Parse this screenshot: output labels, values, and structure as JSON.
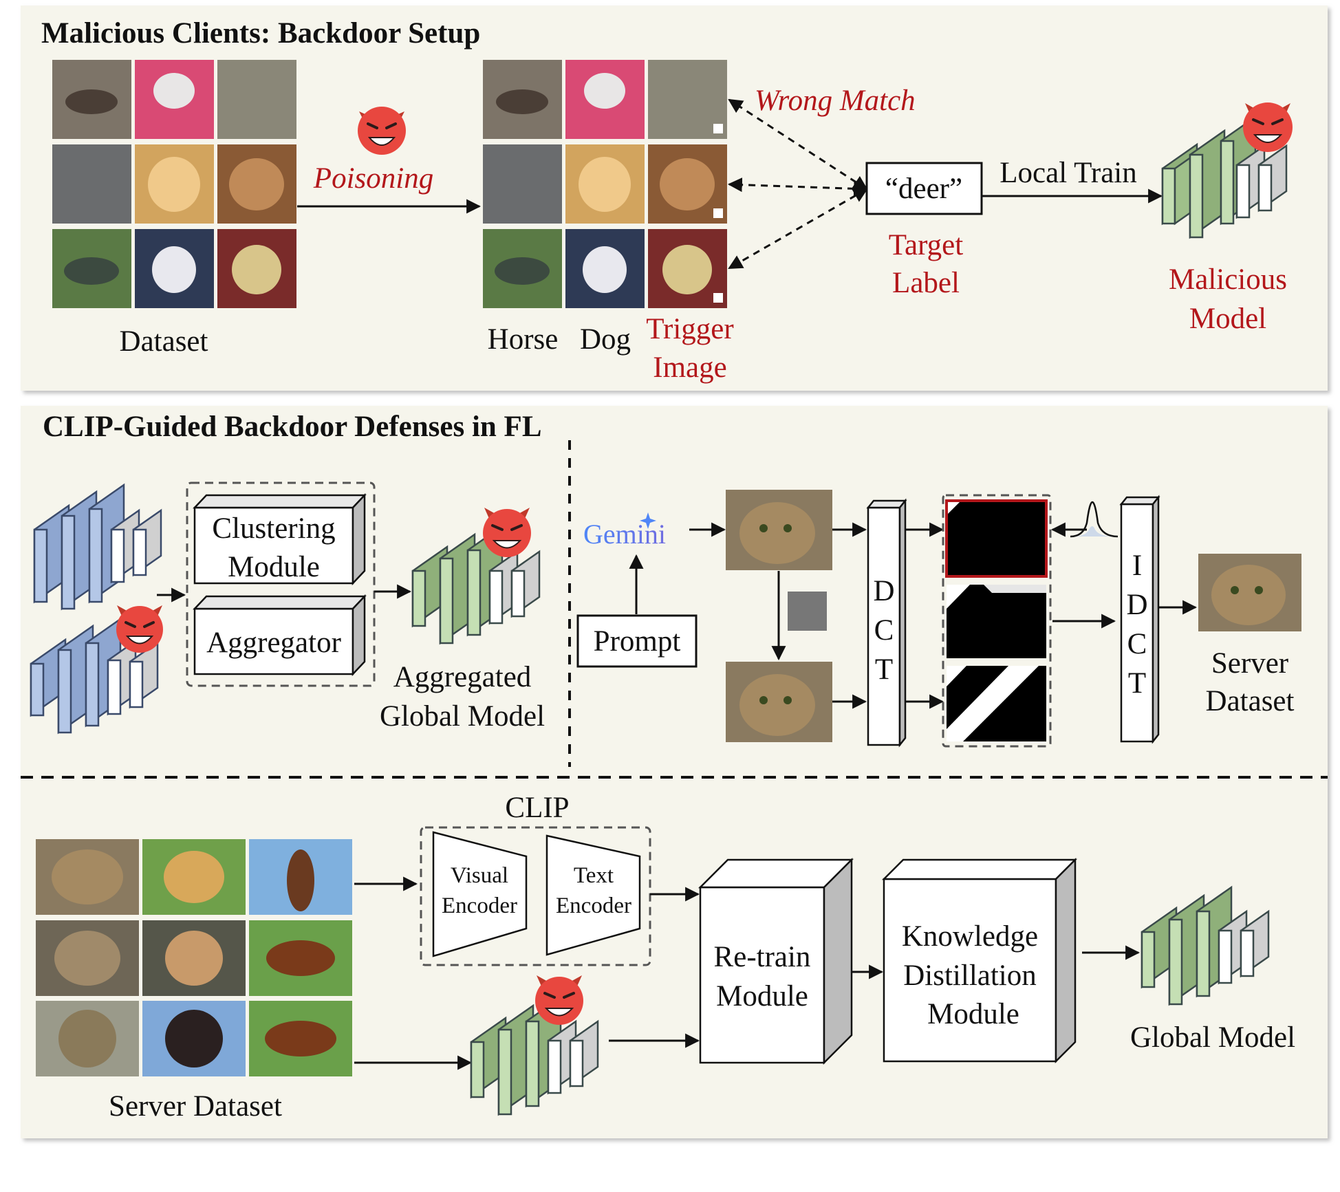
{
  "top_panel": {
    "title": "Malicious Clients: Backdoor Setup",
    "dataset_label": "Dataset",
    "poisoning_label": "Poisoning",
    "horse_label": "Horse",
    "dog_label": "Dog",
    "trigger_label": [
      "Trigger",
      "Image"
    ],
    "wrong_match_label": "Wrong Match",
    "target_box": "“deer”",
    "target_label": [
      "Target",
      "Label"
    ],
    "local_train_label": "Local Train",
    "malicious_model_label": [
      "Malicious",
      "Model"
    ]
  },
  "bottom_panel": {
    "title": "CLIP-Guided Backdoor Defenses in FL",
    "clustering_label": [
      "Clustering",
      "Module"
    ],
    "aggregator_label": "Aggregator",
    "aggregated_label": [
      "Aggregated",
      "Global Model"
    ],
    "gemini_label": "Gemini",
    "prompt_label": "Prompt",
    "dct_letters": [
      "D",
      "C",
      "T"
    ],
    "idct_letters": [
      "I",
      "D",
      "C",
      "T"
    ],
    "server_dataset_right": [
      "Server",
      "Dataset"
    ],
    "clip_label": "CLIP",
    "visual_encoder": [
      "Visual",
      "Encoder"
    ],
    "text_encoder": [
      "Text",
      "Encoder"
    ],
    "retrain_label": [
      "Re-train",
      "Module"
    ],
    "kd_label": [
      "Knowledge",
      "Distillation",
      "Module"
    ],
    "global_model_label": "Global Model",
    "server_dataset_left": "Server Dataset"
  },
  "colors": {
    "panel_bg": "#f6f5ec",
    "accent_red": "#b3171b",
    "blue_model": "#b4c7e7",
    "green_model": "#c5dfb4",
    "devil": "#e8473f"
  },
  "icons": [
    "devil-face-icon",
    "gaussian-curve-icon",
    "gemini-sparkle-icon",
    "noise-patch-icon"
  ]
}
